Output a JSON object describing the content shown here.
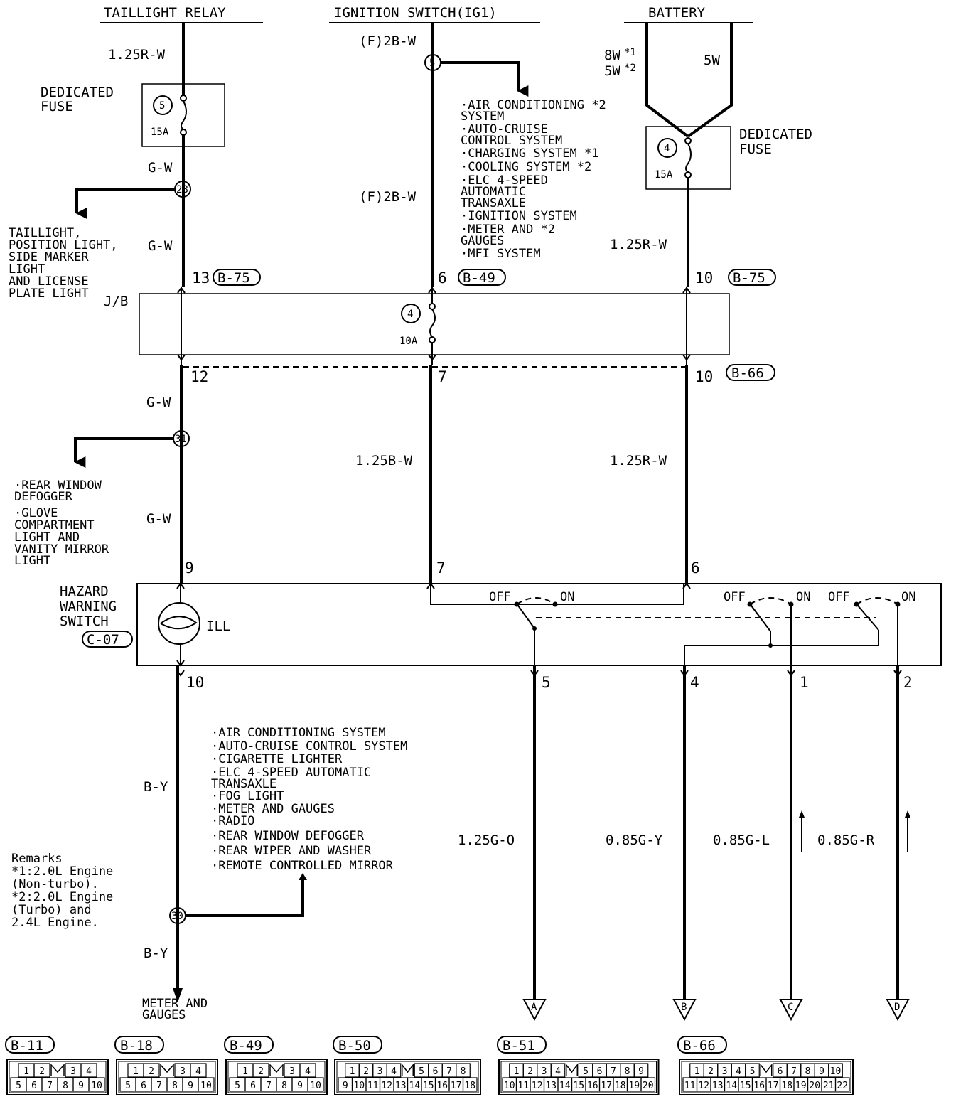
{
  "sources": {
    "taillight_relay": "TAILLIGHT RELAY",
    "ignition_switch": "IGNITION SWITCH(IG1)",
    "battery": "BATTERY"
  },
  "wires": {
    "w_125rw_top": "1.25R-W",
    "w_f2bw_top": "(F)2B-W",
    "w_f2bw_mid": "(F)2B-W",
    "w_8w": "8W",
    "w_8w_note": "*1",
    "w_5w_left": "5W",
    "w_5w_left_note": "*2",
    "w_5w_right": "5W",
    "w_gw_1": "G-W",
    "w_gw_2": "G-W",
    "w_gw_3": "G-W",
    "w_gw_4": "G-W",
    "w_125rw_right": "1.25R-W",
    "w_125bw": "1.25B-W",
    "w_125rw_lower": "1.25R-W",
    "w_by_1": "B-Y",
    "w_by_2": "B-Y",
    "w_125go": "1.25G-O",
    "w_085gy": "0.85G-Y",
    "w_085gl": "0.85G-L",
    "w_085gr": "0.85G-R"
  },
  "fuses": {
    "dedicated_fuse_left": {
      "line1": "DEDICATED",
      "line2": "FUSE",
      "number": "5",
      "rating": "15A"
    },
    "dedicated_fuse_right": {
      "line1": "DEDICATED",
      "line2": "FUSE",
      "number": "4",
      "rating": "15A"
    },
    "jb_fuse": {
      "number": "4",
      "rating": "10A"
    }
  },
  "splices": {
    "s28": "28",
    "s5": "5",
    "s31": "31",
    "s30": "30"
  },
  "junction_block": "J/B",
  "connectors": {
    "b75_left": "B-75",
    "b49": "B-49",
    "b75_right": "B-75",
    "b66": "B-66",
    "c07": "C-07"
  },
  "pins": {
    "p13": "13",
    "p6_top": "6",
    "p10_top": "10",
    "p12": "12",
    "p7_mid": "7",
    "p10_mid": "10",
    "p9": "9",
    "p7_sw": "7",
    "p6_sw": "6",
    "p10_bot": "10",
    "p5": "5",
    "p4": "4",
    "p1": "1",
    "p2": "2"
  },
  "hazard_switch": {
    "line1": "HAZARD",
    "line2": "WARNING",
    "line3": "SWITCH",
    "ill": "ILL",
    "off1": "OFF",
    "on1": "ON",
    "off2": "OFF",
    "on2": "ON",
    "off3": "OFF",
    "on3": "ON"
  },
  "ig_list": [
    "·AIR CONDITIONING *2",
    " SYSTEM",
    "·AUTO-CRUISE",
    " CONTROL SYSTEM",
    "·CHARGING SYSTEM *1",
    "·COOLING SYSTEM *2",
    "·ELC 4-SPEED",
    " AUTOMATIC",
    " TRANSAXLE",
    "·IGNITION SYSTEM",
    "·METER AND *2",
    " GAUGES",
    "·MFI SYSTEM"
  ],
  "taillight_list": [
    "TAILLIGHT,",
    "POSITION LIGHT,",
    "SIDE MARKER",
    "LIGHT",
    "AND LICENSE",
    "PLATE LIGHT"
  ],
  "defogger_list": [
    "·REAR WINDOW",
    " DEFOGGER",
    "·GLOVE",
    " COMPARTMENT",
    " LIGHT AND",
    " VANITY MIRROR",
    " LIGHT"
  ],
  "ill_list": [
    "·AIR CONDITIONING SYSTEM",
    "·AUTO-CRUISE CONTROL SYSTEM",
    "·CIGARETTE LIGHTER",
    "·ELC 4-SPEED AUTOMATIC",
    " TRANSAXLE",
    "·FOG LIGHT",
    "·METER AND GAUGES",
    "·RADIO",
    "·REAR WINDOW DEFOGGER",
    "·REAR WIPER AND WASHER",
    "·REMOTE CONTROLLED MIRROR"
  ],
  "remarks": [
    "Remarks",
    "*1:2.0L Engine",
    "   (Non-turbo).",
    "*2:2.0L Engine",
    "   (Turbo) and",
    "   2.4L Engine."
  ],
  "meter_dest": [
    "METER AND",
    "GAUGES"
  ],
  "terminals": {
    "a": "A",
    "b": "B",
    "c": "C",
    "d": "D"
  },
  "connector_legend": [
    {
      "name": "B-11",
      "row1": [
        "1",
        "2",
        "",
        "3",
        "4"
      ],
      "row2": [
        "5",
        "6",
        "7",
        "8",
        "9",
        "10"
      ]
    },
    {
      "name": "B-18",
      "row1": [
        "1",
        "2",
        "",
        "3",
        "4"
      ],
      "row2": [
        "5",
        "6",
        "7",
        "8",
        "9",
        "10"
      ]
    },
    {
      "name": "B-49",
      "row1": [
        "1",
        "2",
        "",
        "3",
        "4"
      ],
      "row2": [
        "5",
        "6",
        "7",
        "8",
        "9",
        "10"
      ]
    },
    {
      "name": "B-50",
      "row1": [
        "1",
        "2",
        "3",
        "4",
        "",
        "5",
        "6",
        "7",
        "8"
      ],
      "row2": [
        "9",
        "10",
        "11",
        "12",
        "13",
        "14",
        "15",
        "16",
        "17",
        "18"
      ]
    },
    {
      "name": "B-51",
      "row1": [
        "1",
        "2",
        "3",
        "4",
        "",
        "5",
        "6",
        "7",
        "8",
        "9"
      ],
      "row2": [
        "10",
        "11",
        "12",
        "13",
        "14",
        "15",
        "16",
        "17",
        "18",
        "19",
        "20"
      ]
    },
    {
      "name": "B-66",
      "row1": [
        "1",
        "2",
        "3",
        "4",
        "5",
        "",
        "6",
        "7",
        "8",
        "9",
        "10"
      ],
      "row2": [
        "11",
        "12",
        "13",
        "14",
        "15",
        "16",
        "17",
        "18",
        "19",
        "20",
        "21",
        "22"
      ]
    }
  ]
}
